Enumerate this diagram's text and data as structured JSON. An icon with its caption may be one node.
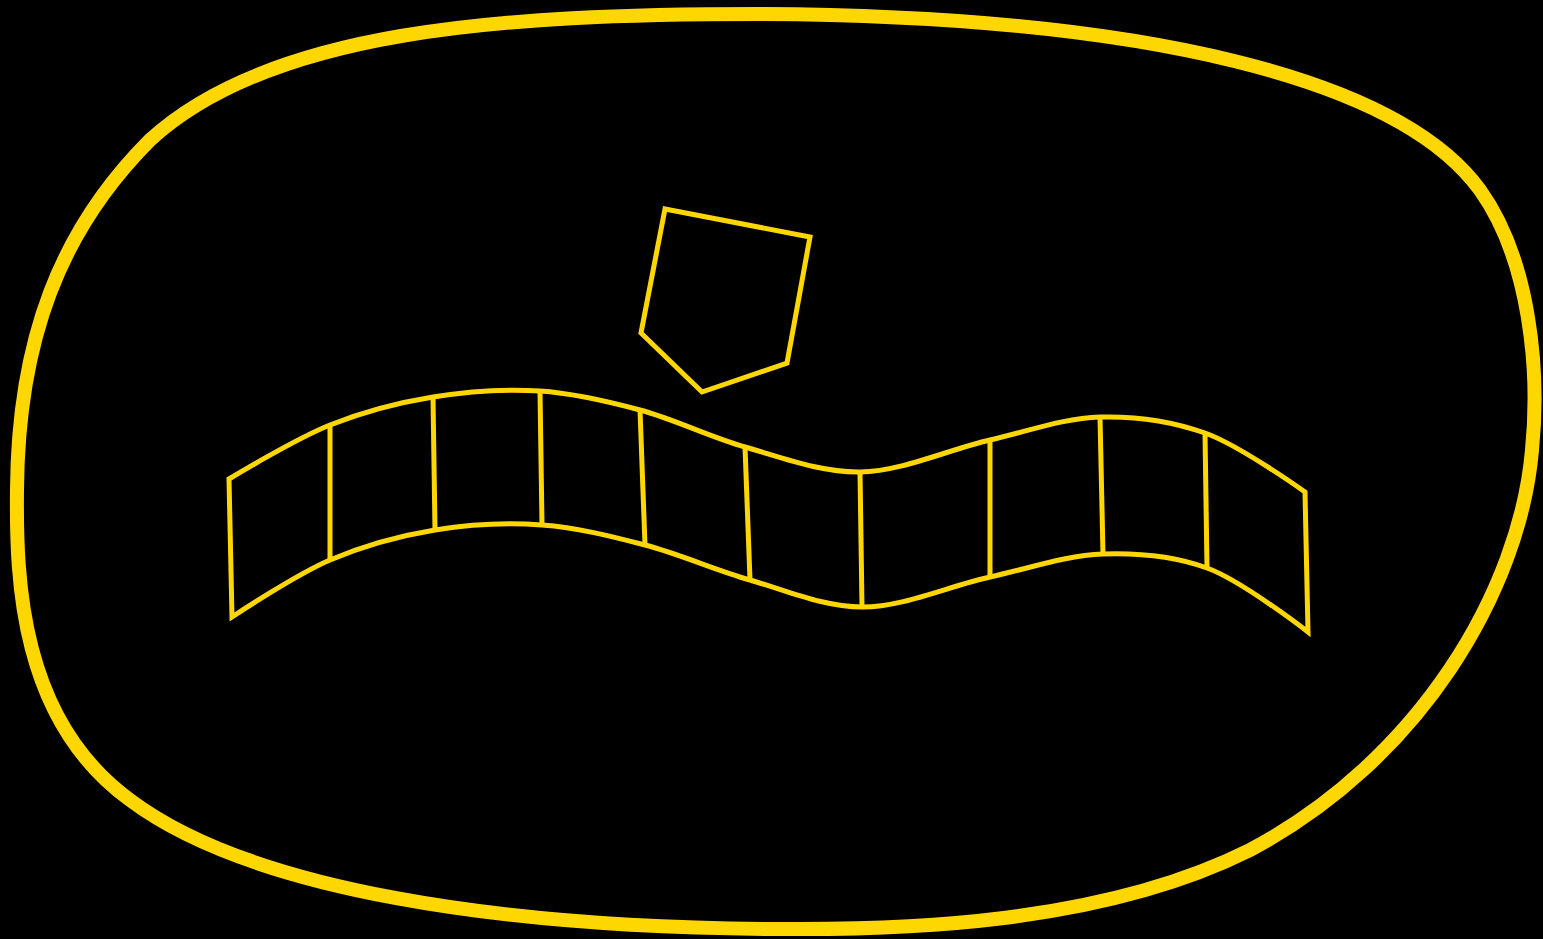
{
  "diagram": {
    "nodes": [
      {
        "text": [],
        "shape": "blob"
      },
      {
        "text": [],
        "shape": "pentagon",
        "in": 0
      },
      {
        "text": [],
        "shape": "band",
        "in": 0
      }
    ]
  }
}
